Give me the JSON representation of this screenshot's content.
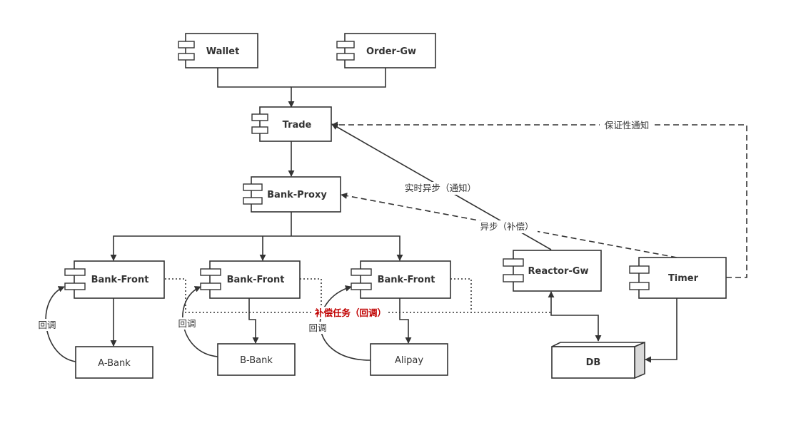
{
  "nodes": {
    "wallet": "Wallet",
    "order_gw": "Order-Gw",
    "trade": "Trade",
    "bank_proxy": "Bank-Proxy",
    "bank_front_1": "Bank-Front",
    "bank_front_2": "Bank-Front",
    "bank_front_3": "Bank-Front",
    "reactor_gw": "Reactor-Gw",
    "timer": "Timer",
    "a_bank": "A-Bank",
    "b_bank": "B-Bank",
    "alipay": "Alipay",
    "db": "DB"
  },
  "edges": {
    "guarantee_notify": "保证性通知",
    "realtime_async_notify": "实时异步（通知）",
    "async_compensate": "异步（补偿）",
    "compensation_task": "补偿任务（回调）",
    "callback_a": "回调",
    "callback_b": "回调",
    "callback_alipay": "回调"
  },
  "colors": {
    "stroke": "#333333",
    "highlight": "#c00000",
    "db_side": "#d9d9d9"
  }
}
